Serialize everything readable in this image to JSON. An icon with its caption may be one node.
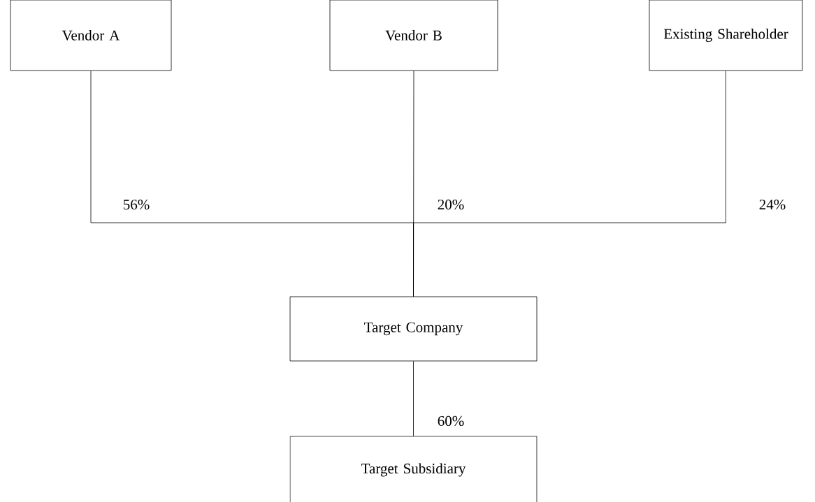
{
  "diagram": {
    "nodes": [
      {
        "text": [
          "Vendor A"
        ]
      },
      {
        "text": [
          "Vendor B"
        ]
      },
      {
        "text": [
          "Existing Shareholder"
        ]
      },
      {
        "text": [
          "Target Company"
        ]
      },
      {
        "text": [
          "Target Subsidiary"
        ]
      }
    ],
    "edges": [
      {
        "from": 0,
        "to": 3,
        "arrow": "none",
        "label": "56%"
      },
      {
        "from": 1,
        "to": 3,
        "arrow": "none",
        "label": "20%"
      },
      {
        "from": 2,
        "to": 3,
        "arrow": "none",
        "label": "24%"
      },
      {
        "from": 3,
        "to": 4,
        "arrow": "none",
        "label": "60%"
      }
    ]
  }
}
